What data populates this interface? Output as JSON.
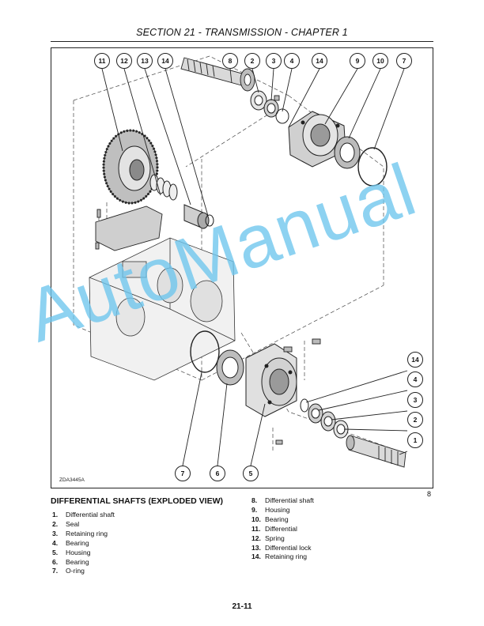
{
  "header": {
    "title": "SECTION 21 - TRANSMISSION - CHAPTER 1"
  },
  "figure": {
    "code": "ZDA3445A",
    "number": "8",
    "callouts_top": [
      "11",
      "12",
      "13",
      "14",
      "8",
      "2",
      "3",
      "4",
      "14",
      "9",
      "10",
      "7"
    ],
    "callouts_bottom": [
      "7",
      "6",
      "5"
    ],
    "callouts_right": [
      "14",
      "4",
      "3",
      "2",
      "1"
    ]
  },
  "caption": {
    "title": "DIFFERENTIAL SHAFTS (EXPLODED VIEW)"
  },
  "legend_left": [
    {
      "num": "1.",
      "label": "Differential shaft"
    },
    {
      "num": "2.",
      "label": "Seal"
    },
    {
      "num": "3.",
      "label": "Retaining ring"
    },
    {
      "num": "4.",
      "label": "Bearing"
    },
    {
      "num": "5.",
      "label": "Housing"
    },
    {
      "num": "6.",
      "label": "Bearing"
    },
    {
      "num": "7.",
      "label": "O-ring"
    }
  ],
  "legend_right": [
    {
      "num": "8.",
      "label": "Differential shaft"
    },
    {
      "num": "9.",
      "label": "Housing"
    },
    {
      "num": "10.",
      "label": "Bearing"
    },
    {
      "num": "11.",
      "label": "Differential"
    },
    {
      "num": "12.",
      "label": "Spring"
    },
    {
      "num": "13.",
      "label": "Differential lock"
    },
    {
      "num": "14.",
      "label": "Retaining ring"
    }
  ],
  "watermark": "AutoManual",
  "page": {
    "number": "21-11"
  }
}
